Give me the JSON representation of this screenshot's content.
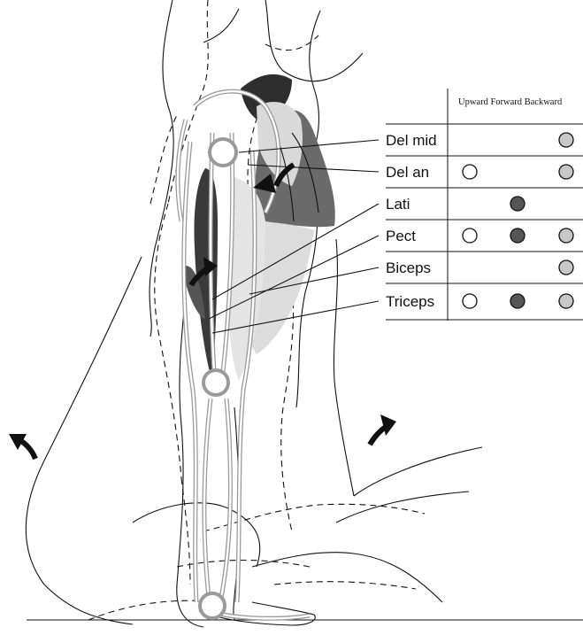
{
  "table": {
    "columns": [
      "Upward",
      "Forward",
      "Backward"
    ],
    "header_text": "Upward Forward Backward",
    "rows": [
      {
        "label": "Del mid",
        "marks": [
          "",
          "",
          "light"
        ]
      },
      {
        "label": "Del an",
        "marks": [
          "white",
          "",
          "light"
        ]
      },
      {
        "label": "Lati",
        "marks": [
          "",
          "dark",
          ""
        ]
      },
      {
        "label": "Pect",
        "marks": [
          "white",
          "dark",
          "light"
        ]
      },
      {
        "label": "Biceps",
        "marks": [
          "",
          "",
          "light"
        ]
      },
      {
        "label": "Triceps",
        "marks": [
          "white",
          "dark",
          "light"
        ]
      }
    ]
  },
  "mark_colors": {
    "white": "#ffffff",
    "dark": "#555555",
    "light": "#c8c8c8"
  },
  "colors": {
    "muscle_dark": "#333333",
    "muscle_mid": "#6e6e6e",
    "muscle_light": "#cfcfcf",
    "muscle_pale": "#e6e6e6",
    "bone": "#9a9a9a",
    "ink": "#111111"
  },
  "icons": [
    "curved-arrow-icon"
  ]
}
